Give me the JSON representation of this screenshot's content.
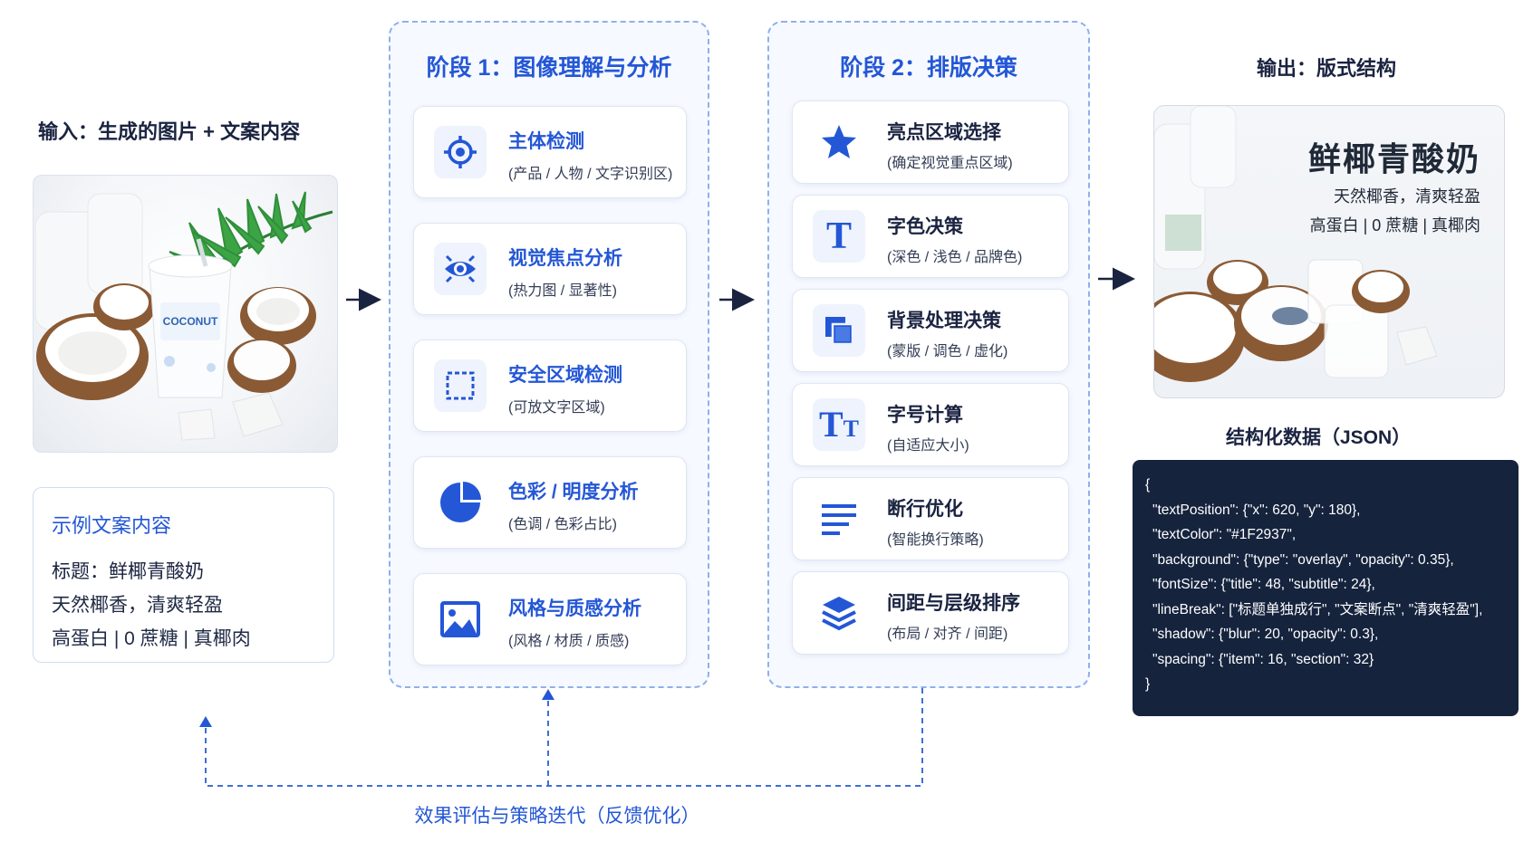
{
  "input": {
    "title": "输入：生成的图片 + 文案内容",
    "example": {
      "heading": "示例文案内容",
      "title_line": "标题：鲜椰青酸奶",
      "line2": "天然椰香，清爽轻盈",
      "line3": "高蛋白 | 0 蔗糖 | 真椰肉"
    },
    "cup_label": "COCONUT"
  },
  "stage1": {
    "title": "阶段 1：图像理解与分析",
    "cards": [
      {
        "title": "主体检测",
        "desc": "(产品 / 人物 / 文字识别区)",
        "icon": "target-icon"
      },
      {
        "title": "视觉焦点分析",
        "desc": "(热力图 / 显著性)",
        "icon": "eye-icon"
      },
      {
        "title": "安全区域检测",
        "desc": "(可放文字区域)",
        "icon": "dashed-square-icon"
      },
      {
        "title": "色彩 / 明度分析",
        "desc": "(色调 / 色彩占比)",
        "icon": "pie-chart-icon"
      },
      {
        "title": "风格与质感分析",
        "desc": "(风格 / 材质 / 质感)",
        "icon": "image-icon"
      }
    ]
  },
  "stage2": {
    "title": "阶段 2：排版决策",
    "cards": [
      {
        "title": "亮点区域选择",
        "desc": "(确定视觉重点区域)",
        "icon": "star-icon"
      },
      {
        "title": "字色决策",
        "desc": "(深色 / 浅色 / 品牌色)",
        "icon": "text-t-icon"
      },
      {
        "title": "背景处理决策",
        "desc": "(蒙版 / 调色 / 虚化)",
        "icon": "layers-square-icon"
      },
      {
        "title": "字号计算",
        "desc": "(自适应大小)",
        "icon": "font-size-icon"
      },
      {
        "title": "断行优化",
        "desc": "(智能换行策略)",
        "icon": "align-lines-icon"
      },
      {
        "title": "间距与层级排序",
        "desc": "(布局 / 对齐 / 间距)",
        "icon": "stack-icon"
      }
    ],
    "icon_glyphs": {
      "text": "T",
      "font_big": "T",
      "font_small": "T"
    }
  },
  "output": {
    "title": "输出：版式结构",
    "headline": "鲜椰青酸奶",
    "sub1": "天然椰香，清爽轻盈",
    "sub2": "高蛋白 | 0 蔗糖 | 真椰肉",
    "json_title": "结构化数据（JSON）",
    "json_lines": [
      "{",
      "\"textPosition\": {\"x\": 620, \"y\": 180},",
      "\"textColor\": \"#1F2937\",",
      "\"background\": {\"type\": \"overlay\", \"opacity\": 0.35},",
      "\"fontSize\": {\"title\": 48, \"subtitle\": 24},",
      "\"lineBreak\": [\"标题单独成行\", \"文案断点\", \"清爽轻盈\"],",
      "\"shadow\": {\"blur\": 20, \"opacity\": 0.3},",
      "\"spacing\": {\"item\": 16, \"section\": 32}",
      "}"
    ]
  },
  "feedback": {
    "label": "效果评估与策略迭代（反馈优化）"
  },
  "colors": {
    "accent": "#2457d6",
    "dashed": "#6f95e2",
    "dark": "#15233d",
    "text": "#1a2340"
  }
}
